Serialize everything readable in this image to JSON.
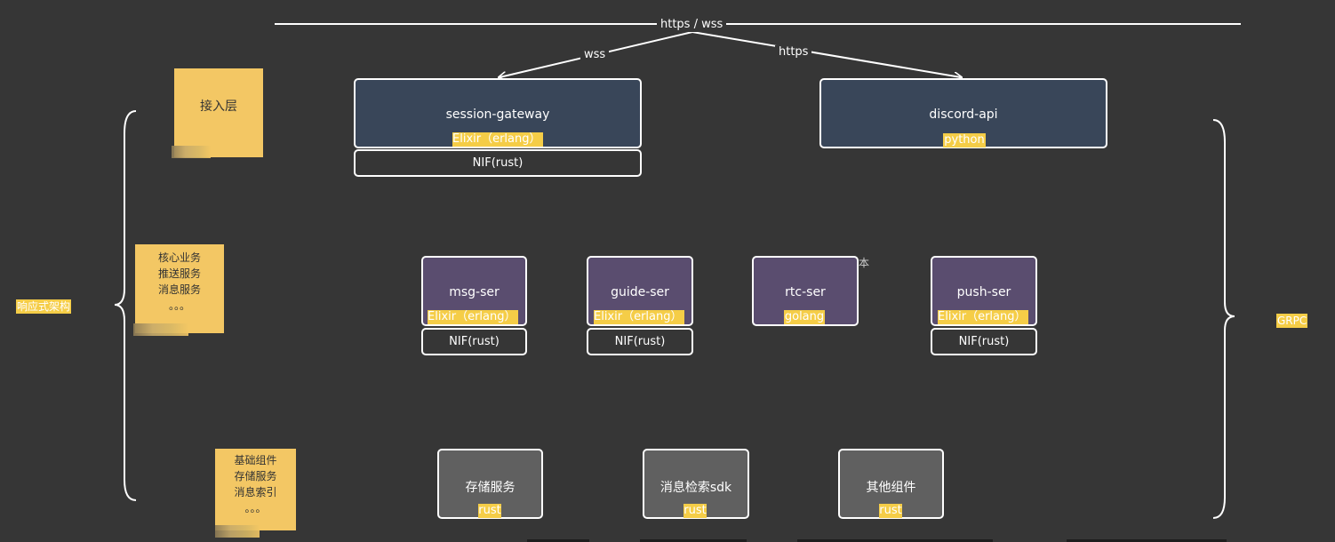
{
  "edges": {
    "top_label": "https / wss",
    "wss_label": "wss",
    "https_label": "https"
  },
  "colors": {
    "background": "#363636",
    "access_box": "#394659",
    "service_box": "#5a4d6f",
    "component_box": "#606060",
    "highlight": "#f5cd47",
    "sticky_note": "#f3c764",
    "border": "#ffffff"
  },
  "access_layer": {
    "gateway": {
      "name": "session-gateway",
      "tech": "Elixir（erlang）",
      "nif": "NIF(rust)"
    },
    "api": {
      "name": "discord-api",
      "tech": "python"
    }
  },
  "services": [
    {
      "name": "msg-ser",
      "tech": "Elixir（erlang）",
      "nif": "NIF(rust)"
    },
    {
      "name": "guide-ser",
      "tech": "Elixir（erlang）",
      "nif": "NIF(rust)"
    },
    {
      "name": "rtc-ser",
      "tech": "golang",
      "nif": ""
    },
    {
      "name": "push-ser",
      "tech": "Elixir（erlang）",
      "nif": "NIF(rust)"
    }
  ],
  "components": [
    {
      "name": "存储服务",
      "tech": "rust"
    },
    {
      "name": "消息检索sdk",
      "tech": "rust"
    },
    {
      "name": "其他组件",
      "tech": "rust"
    }
  ],
  "notes": {
    "access": [
      "接入层"
    ],
    "core": [
      "核心业务",
      "推送服务",
      "消息服务",
      "。。。"
    ],
    "base": [
      "基础组件",
      "存储服务",
      "消息索引",
      "。。。"
    ]
  },
  "side_labels": {
    "left": "响应式架构",
    "right": "GRPC"
  },
  "stray_mark": "本"
}
